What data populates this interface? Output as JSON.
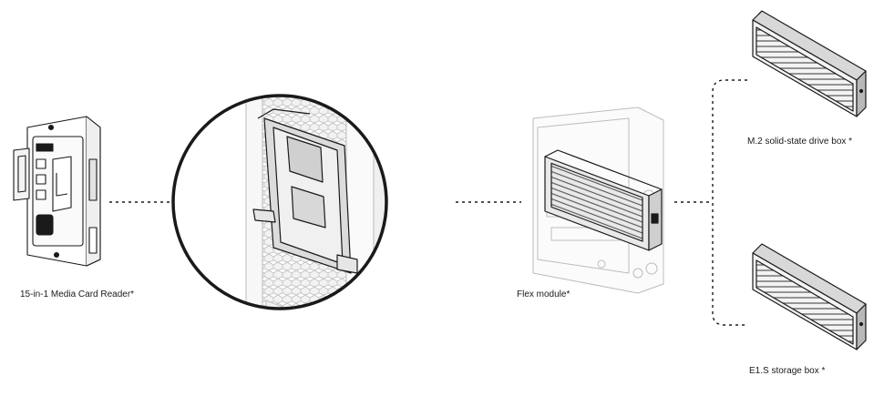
{
  "labels": {
    "card_reader": "15-in-1 Media Card Reader*",
    "flex_module": "Flex module*",
    "m2_box": "M.2 solid-state drive box *",
    "e1s_box": "E1.S storage box *"
  },
  "colors": {
    "line": "#1a1a1a",
    "light_line": "#b8b8b8",
    "fill_dark": "#d9d9d9",
    "fill_light": "#f4f4f4"
  }
}
